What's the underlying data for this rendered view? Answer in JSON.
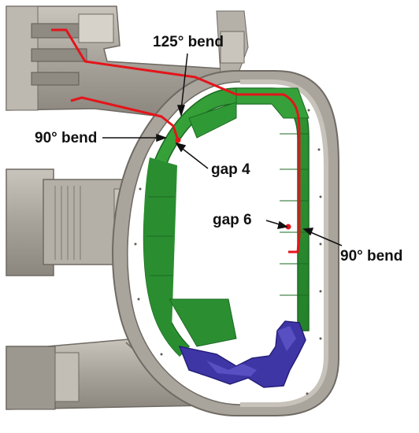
{
  "labels": {
    "bend_125": "125° bend",
    "bend_90_left": "90° bend",
    "gap_4": "gap 4",
    "gap_6": "gap 6",
    "bend_90_right": "90° bend"
  },
  "colors": {
    "vessel_gray": "#a9a49c",
    "vessel_dark": "#6f6a63",
    "blanket_green": "#2f9a35",
    "divertor_blue": "#3f36a6",
    "path_red": "#e3151b",
    "text": "#111111"
  }
}
